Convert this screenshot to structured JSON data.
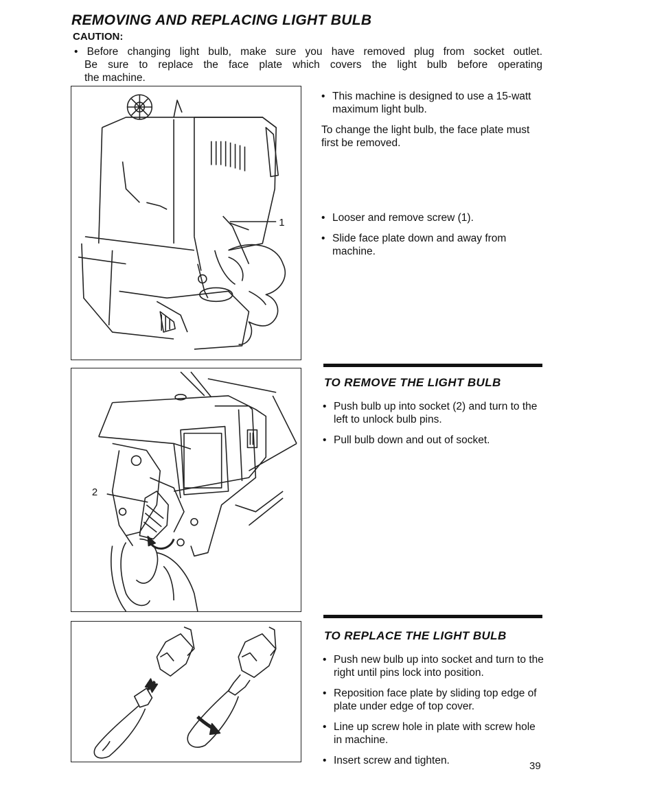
{
  "page": {
    "title": "REMOVING AND REPLACING LIGHT BULB",
    "caution_heading": "CAUTION:",
    "caution_lines": [
      "• Before changing light bulb, make sure you have removed plug from socket outlet.",
      "Be sure to replace the face plate which covers the light bulb before operating",
      "the machine."
    ],
    "page_number": "39"
  },
  "section_intro": {
    "items": [
      {
        "kind": "bullet",
        "text": "This machine is designed to use a 15-watt maximum light bulb."
      },
      {
        "kind": "para",
        "text": "To change the light bulb, the face plate must first be removed."
      }
    ],
    "steps": [
      {
        "kind": "bullet",
        "text": "Looser and remove screw (1)."
      },
      {
        "kind": "bullet",
        "text": "Slide face plate down and away from machine."
      }
    ]
  },
  "section_remove": {
    "title": "TO REMOVE THE LIGHT BULB",
    "items": [
      {
        "kind": "bullet",
        "text": "Push bulb up into socket (2) and turn to the left to unlock bulb pins."
      },
      {
        "kind": "bullet",
        "text": "Pull bulb down and out of socket."
      }
    ]
  },
  "section_replace": {
    "title": "TO REPLACE THE LIGHT BULB",
    "items": [
      {
        "kind": "bullet",
        "text": "Push new bulb up into socket and turn to the right until pins lock into position."
      },
      {
        "kind": "bullet",
        "text": "Reposition face plate by sliding top edge of plate under edge of top cover."
      },
      {
        "kind": "bullet",
        "text": "Line up screw hole in plate with screw hole in machine."
      },
      {
        "kind": "bullet",
        "text": "Insert screw and tighten."
      }
    ]
  },
  "figures": {
    "fig1_callout": "1",
    "fig2_callout": "2"
  }
}
